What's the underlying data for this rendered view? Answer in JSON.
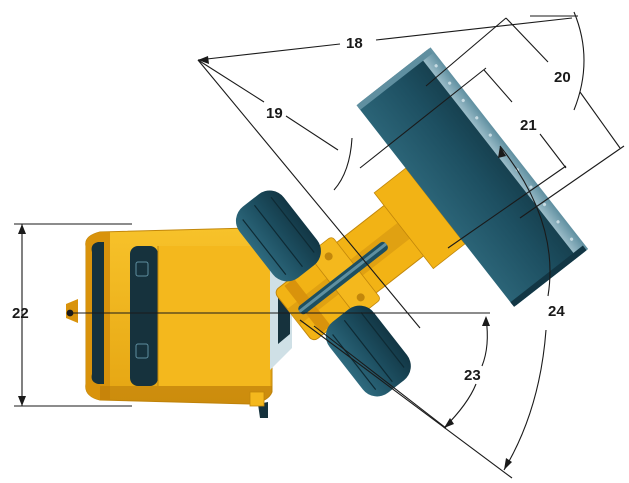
{
  "diagram": {
    "subject": "wheel loader top view, articulated steering",
    "dimension_labels": {
      "d18": "18",
      "d19": "19",
      "d20": "20",
      "d21": "21",
      "d22": "22",
      "d23": "23",
      "d24": "24"
    },
    "colors": {
      "body_yellow": "#f2b315",
      "body_yellow_shade": "#d9930c",
      "body_yellow_dark": "#b8780a",
      "glass_dark": "#16323d",
      "tire_dark": "#183f4d",
      "tire_mid": "#2a6275",
      "bucket_dark": "#1d4f61",
      "bucket_light": "#5f8fa0",
      "line": "#1a1a1a"
    }
  }
}
